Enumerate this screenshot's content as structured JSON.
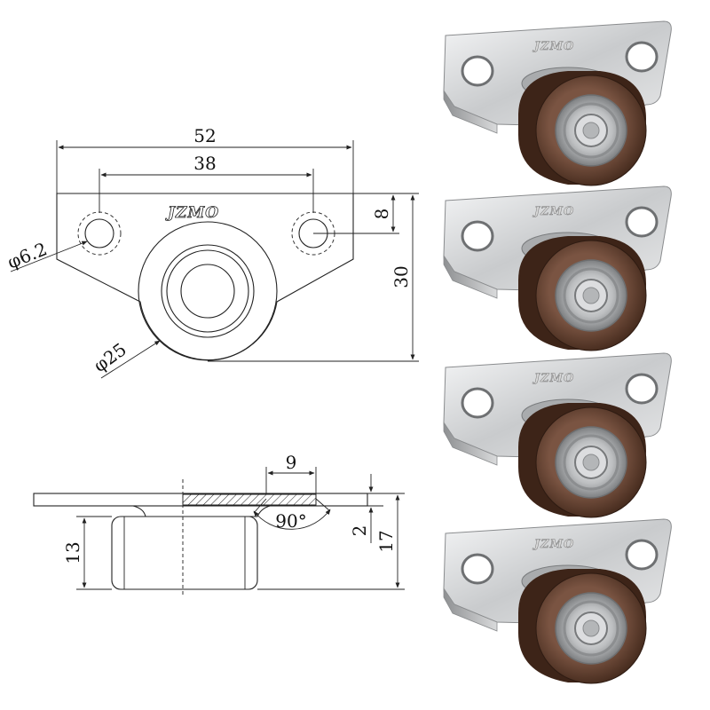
{
  "brand": "JZMO",
  "top_view": {
    "width": "52",
    "hole_spacing": "38",
    "hole_offset": "8",
    "height": "30",
    "hole_diameter": "φ6.2",
    "wheel_diameter": "φ25"
  },
  "side_view": {
    "plate_inset": "9",
    "swivel_angle": "90°",
    "plate_thickness": "2",
    "total_height": "17",
    "wheel_height": "13"
  },
  "photos": [
    {
      "label": "caster-photo-1"
    },
    {
      "label": "caster-photo-2"
    },
    {
      "label": "caster-photo-3"
    },
    {
      "label": "caster-photo-4"
    }
  ],
  "colors": {
    "wheel": "#5a3a2a",
    "metal": "#c9cbcd",
    "line": "#222222"
  }
}
